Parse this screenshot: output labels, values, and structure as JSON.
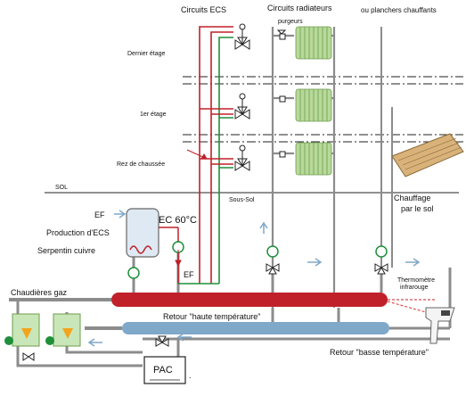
{
  "headers": {
    "ecs": "Circuits  ECS",
    "radiateurs": "Circuits radiateurs",
    "planchers": "ou planchers chauffants"
  },
  "labels": {
    "purgeurs": "purgeurs",
    "dernier_etage": "Dernier étage",
    "premier_etage": "1er étage",
    "rez_de_chaussee": "Rez de chaussée",
    "sol": "SOL",
    "sous_sol": "Sous-Sol",
    "chauffage_sol": "Chauffage",
    "chauffage_sol_2": "par le sol",
    "ef_top": "EF",
    "ec": "EC 60°C",
    "production_ecs": "Production d'ECS",
    "serpentin": "Serpentin cuivre",
    "ef_bottom": "EF",
    "chaudieres": "Chaudières gaz",
    "thermometre": "Thermomètre",
    "infrarouge": "infrarouge",
    "retour_ht": "Retour \"haute température\"",
    "retour_bt": "Retour \"basse température\"",
    "pac": "PAC",
    "dot": "."
  },
  "colors": {
    "hot_pipe": "#c0202a",
    "cold_pipe": "#7fa8c9",
    "ecs_hot": "#d0342c",
    "grey_pipe": "#8c8c8c",
    "green_pump": "#1f8f3a",
    "radiator": "#b7d99a",
    "tank": "#dfe9f3",
    "boiler_body": "#c8e6b8",
    "floor": "#d9b27a"
  }
}
